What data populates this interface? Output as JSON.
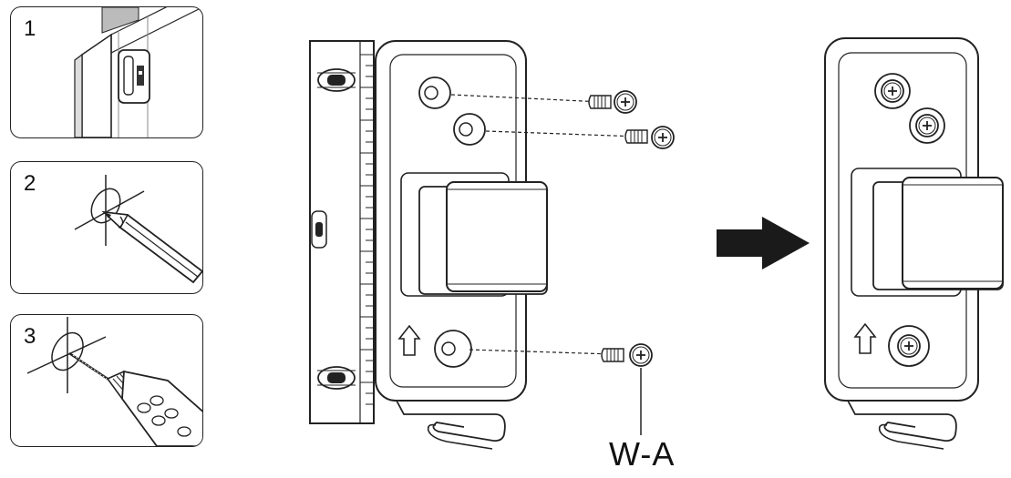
{
  "steps": [
    {
      "number": "1",
      "icon": "stud-finder-icon"
    },
    {
      "number": "2",
      "icon": "pencil-mark-icon"
    },
    {
      "number": "3",
      "icon": "drill-icon"
    }
  ],
  "callout": {
    "label": "W-A"
  },
  "icons": {
    "level": "spirit-level-icon",
    "bracket_before": "wall-bracket-icon",
    "bracket_after": "wall-bracket-mounted-icon",
    "arrow": "right-arrow-icon",
    "screw": "screw-icon"
  }
}
